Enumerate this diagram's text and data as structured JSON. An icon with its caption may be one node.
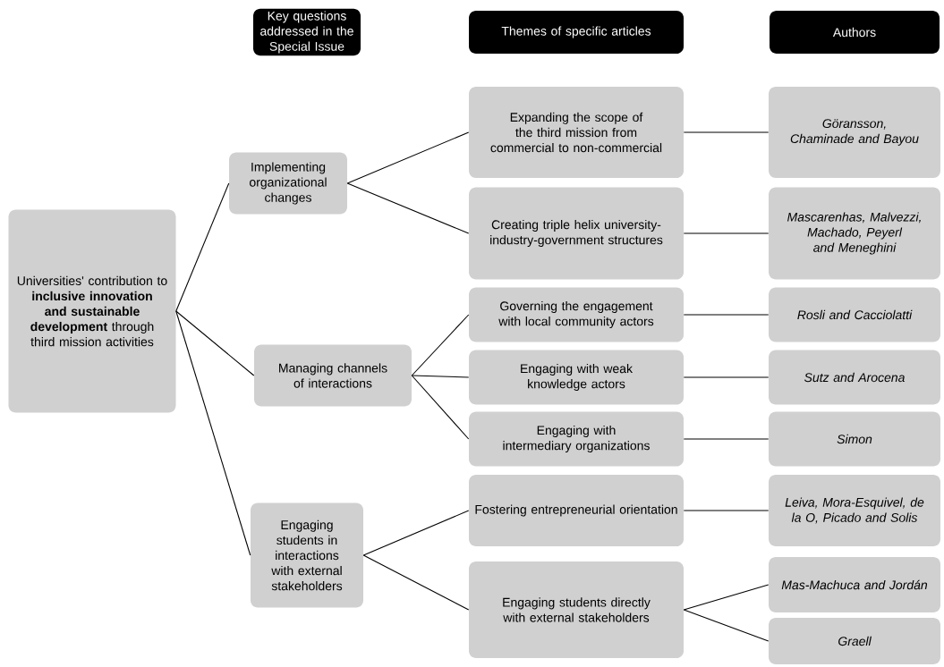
{
  "diagram": {
    "nodes": [
      {
        "text": [
          "Key questions addressed in the Special Issue"
        ]
      },
      {
        "text": [
          "Themes of specific articles"
        ]
      },
      {
        "text": [
          "Authors"
        ]
      },
      {
        "text": [
          "Universities' contribution to **inclusive innovation and sustainable development** through third mission activities"
        ]
      },
      {
        "text": [
          "Implementing organizational changes"
        ]
      },
      {
        "text": [
          "Managing channels of interactions"
        ]
      },
      {
        "text": [
          "Engaging students in interactions with external stakeholders"
        ]
      },
      {
        "text": [
          "Expanding the scope of the third mission from commercial to non-commercial"
        ]
      },
      {
        "text": [
          "Creating triple helix university-industry-government structures"
        ]
      },
      {
        "text": [
          "Governing the engagement with local community actors"
        ]
      },
      {
        "text": [
          "Engaging with weak knowledge actors"
        ]
      },
      {
        "text": [
          "Engaging with intermediary organizations"
        ]
      },
      {
        "text": [
          "Fostering entrepreneurial orientation"
        ]
      },
      {
        "text": [
          "Engaging students directly with external stakeholders"
        ]
      },
      {
        "text": [
          "Göransson, Chaminade and Bayou"
        ]
      },
      {
        "text": [
          "Mascarenhas, Malvezzi, Machado, Peyerl and Meneghini"
        ]
      },
      {
        "text": [
          "Rosli and Cacciolatti"
        ]
      },
      {
        "text": [
          "Sutz and Arocena"
        ]
      },
      {
        "text": [
          "Simon"
        ]
      },
      {
        "text": [
          "Leiva, Mora-Esquivel, de la O, Picado and Solis"
        ]
      },
      {
        "text": [
          "Mas-Machuca and Jordán"
        ]
      },
      {
        "text": [
          "Graell"
        ]
      }
    ],
    "edges": [
      {
        "from": 3,
        "to": 4,
        "arrow": "none"
      },
      {
        "from": 3,
        "to": 5,
        "arrow": "none"
      },
      {
        "from": 3,
        "to": 6,
        "arrow": "none"
      },
      {
        "from": 4,
        "to": 7,
        "arrow": "none"
      },
      {
        "from": 4,
        "to": 8,
        "arrow": "none"
      },
      {
        "from": 5,
        "to": 9,
        "arrow": "none"
      },
      {
        "from": 5,
        "to": 10,
        "arrow": "none"
      },
      {
        "from": 5,
        "to": 11,
        "arrow": "none"
      },
      {
        "from": 6,
        "to": 12,
        "arrow": "none"
      },
      {
        "from": 6,
        "to": 13,
        "arrow": "none"
      },
      {
        "from": 7,
        "to": 14,
        "arrow": "none"
      },
      {
        "from": 8,
        "to": 15,
        "arrow": "none"
      },
      {
        "from": 9,
        "to": 16,
        "arrow": "none"
      },
      {
        "from": 10,
        "to": 17,
        "arrow": "none"
      },
      {
        "from": 11,
        "to": 18,
        "arrow": "none"
      },
      {
        "from": 12,
        "to": 19,
        "arrow": "none"
      },
      {
        "from": 13,
        "to": 20,
        "arrow": "none"
      },
      {
        "from": 13,
        "to": 21,
        "arrow": "none"
      }
    ]
  }
}
